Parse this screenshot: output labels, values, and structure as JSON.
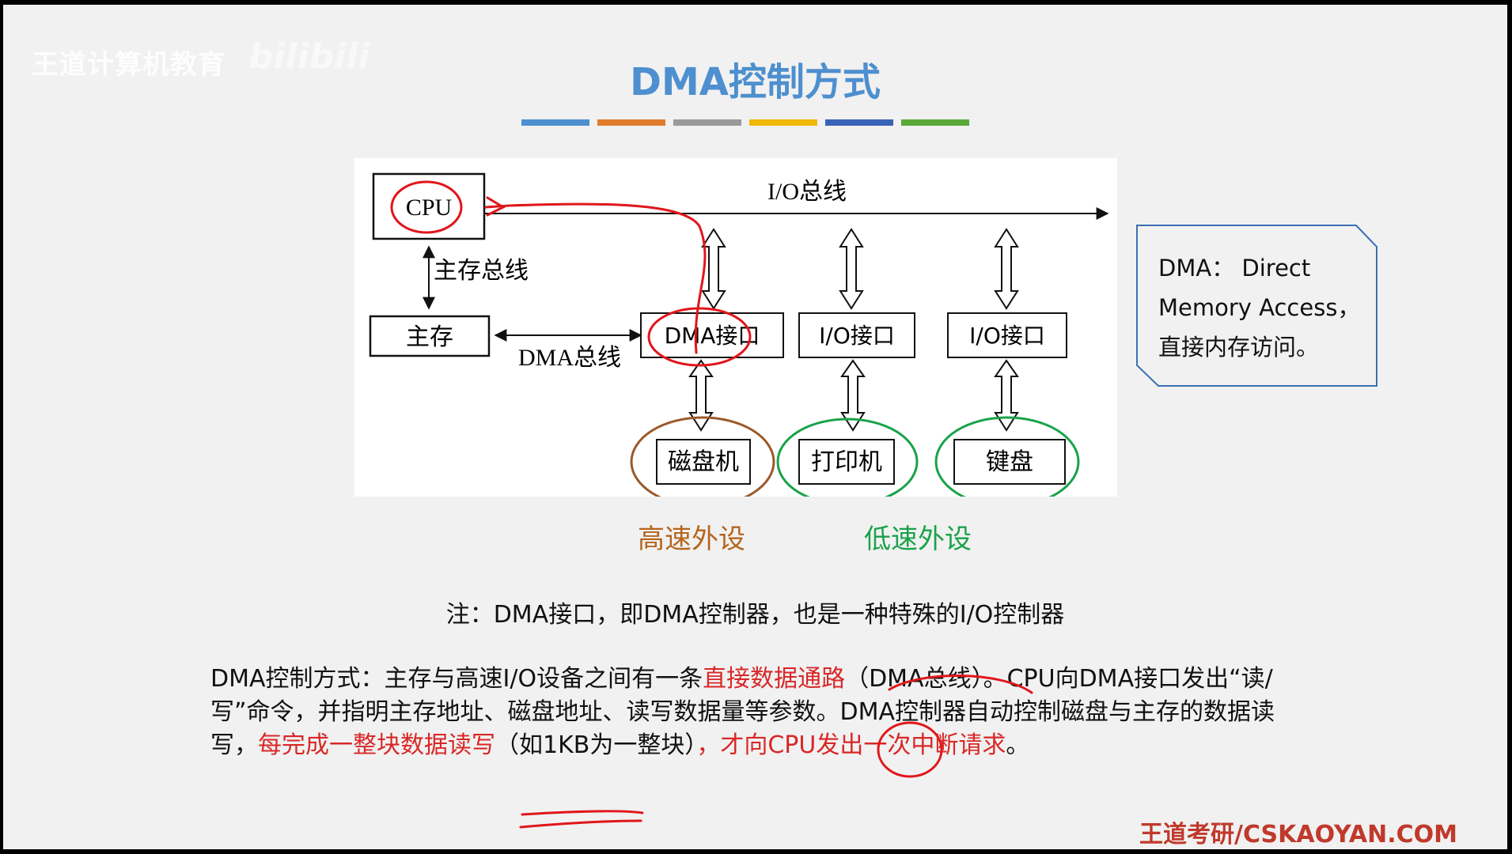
{
  "watermark": {
    "text": "王道计算机教育",
    "logo": "bilibili"
  },
  "title": "DMA控制方式",
  "stripe_colors": [
    "#4d8fcf",
    "#e07b2e",
    "#9a9a9a",
    "#f0b800",
    "#3a63b8",
    "#5aa83a"
  ],
  "diagram": {
    "cpu": "CPU",
    "io_bus": "I/O总线",
    "main_bus": "主存总线",
    "memory": "主存",
    "dma_bus": "DMA总线",
    "dma_interface": "DMA接口",
    "io_interface_1": "I/O接口",
    "io_interface_2": "I/O接口",
    "disk": "磁盘机",
    "printer": "打印机",
    "keyboard": "键盘"
  },
  "captions": {
    "high_speed": "高速外设",
    "low_speed": "低速外设"
  },
  "callout": {
    "line1": "DMA： Direct",
    "line2": "Memory Access，",
    "line3": "直接内存访问。"
  },
  "note": "注：DMA接口，即DMA控制器，也是一种特殊的I/O控制器",
  "paragraph": {
    "p1": "DMA控制方式：主存与高速I/O设备之间有一条",
    "p1_red": "直接数据通路",
    "p2": "（DMA总线）。CPU向DMA接口发出“读/写”命令，并指明主存地址、磁盘地址、读写数据量等参数。DMA控制器自动控制磁盘与主存的数据读写，",
    "p2_red": "每完成一整块数据读写",
    "p3": "（如1KB为一整块）",
    "p3_red": "，才向CPU发出一次中断请求",
    "p3_end": "。"
  },
  "footer": "王道考研/CSKAOYAN.COM",
  "colors": {
    "title": "#4d8fcf",
    "high_speed": "#b5651d",
    "low_speed": "#1aa24a",
    "annotation": "#e0161b",
    "emphasis": "#d92727"
  }
}
